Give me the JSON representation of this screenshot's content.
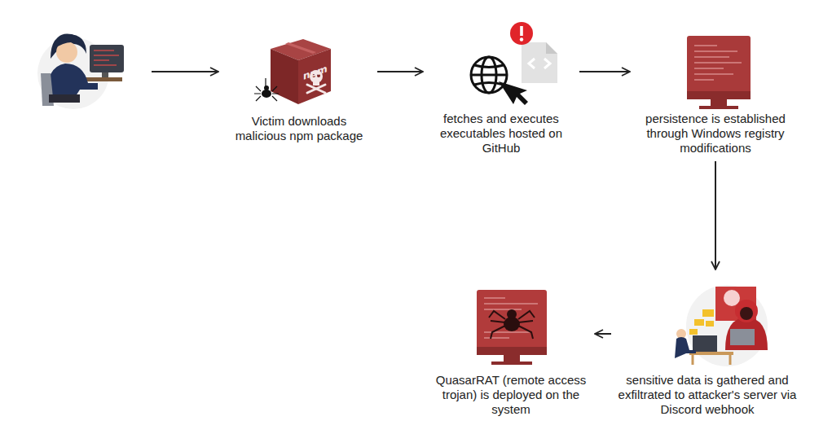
{
  "diagram": {
    "nodes": [
      {
        "text": [
          "Victim downloads malicious npm package"
        ]
      },
      {
        "text": [
          "fetches and executes executables hosted on GitHub"
        ]
      },
      {
        "text": [
          "persistence is established through Windows registry modifications"
        ]
      },
      {
        "text": [
          "sensitive data is gathered and exfiltrated to attacker's server via Discord webhook"
        ]
      },
      {
        "text": [
          "QuasarRAT (remote access trojan) is deployed on the system"
        ]
      }
    ],
    "edges": [
      {
        "from": 0,
        "to": 1,
        "arrow": "to"
      },
      {
        "from": 1,
        "to": 2,
        "arrow": "to"
      },
      {
        "from": 2,
        "to": 3,
        "arrow": "to"
      },
      {
        "from": 3,
        "to": 4,
        "arrow": "to"
      }
    ],
    "labels": [
      "npm"
    ]
  }
}
